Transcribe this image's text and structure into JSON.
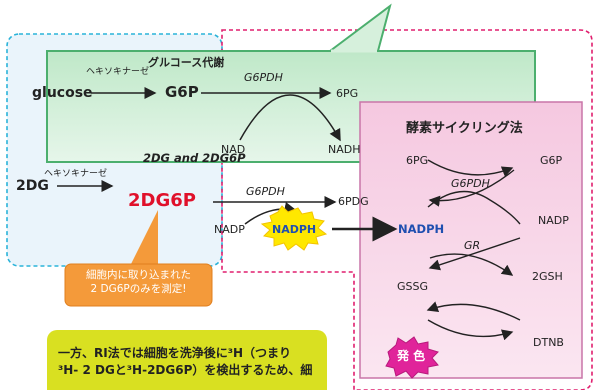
{
  "glucose_metabolism": {
    "title": "グルコース代謝",
    "glucose": "glucose",
    "hexokinase": "ヘキソキナーゼ",
    "g6p": "G6P",
    "enzyme": "G6PDH",
    "product": "6PG",
    "nad": "NAD",
    "nadh": "NADH"
  },
  "dg_pathway": {
    "heading": "2DG and 2DG6P",
    "hexokinase": "ヘキソキナーゼ",
    "substrate": "2DG",
    "product": "2DG6P",
    "enzyme": "G6PDH",
    "enzyme_product": "6PDG",
    "cofactor_in": "NADP",
    "cofactor_out": "NADPH"
  },
  "enzyme_cycling": {
    "title": "酵素サイクリング法",
    "pg": "6PG",
    "g6p": "G6P",
    "g6pdh": "G6PDH",
    "nadph": "NADPH",
    "nadp": "NADP",
    "gr": "GR",
    "gssg": "GSSG",
    "gsh": "2GSH",
    "dtnb": "DTNB",
    "color": "発 色"
  },
  "callout": {
    "line1": "細胞内に取り込まれた",
    "line2": "2 DG6Pのみを測定!"
  },
  "bottom_note": {
    "line1": "一方、RI法では細胞を洗浄後に³H（つまり",
    "line2": "³H- 2 DGと³H-2DG6P）を検出するため、細"
  },
  "colors": {
    "teal_border": "#2ab3d9",
    "blue_region": "#e9f3fb",
    "green_box": "#4caf6e",
    "magenta_border": "#e01e6e",
    "pink_box": "#f6d6e8",
    "highlight_red": "#e0102a",
    "nadph_blue": "#1f4fb0",
    "callout_orange": "#f49a3a",
    "note_yellow": "#d9e021"
  }
}
